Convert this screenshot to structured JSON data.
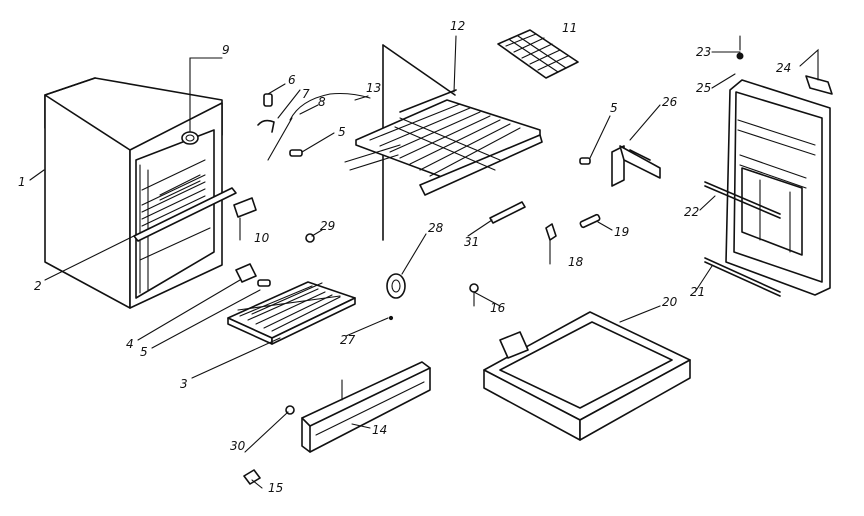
{
  "labels": {
    "p1": "1",
    "p2": "2",
    "p3": "3",
    "p4": "4",
    "p5a": "5",
    "p5b": "5",
    "p5c": "5",
    "p6": "6",
    "p7": "7",
    "p8": "8",
    "p9": "9",
    "p10": "10",
    "p11": "11",
    "p12": "12",
    "p13": "13",
    "p14": "14",
    "p15": "15",
    "p16": "16",
    "p18": "18",
    "p19": "19",
    "p20": "20",
    "p21": "21",
    "p22": "22",
    "p23": "23",
    "p24": "24",
    "p25": "25",
    "p26": "26",
    "p27": "27",
    "p28": "28",
    "p29": "29",
    "p30": "30",
    "p31": "31"
  }
}
